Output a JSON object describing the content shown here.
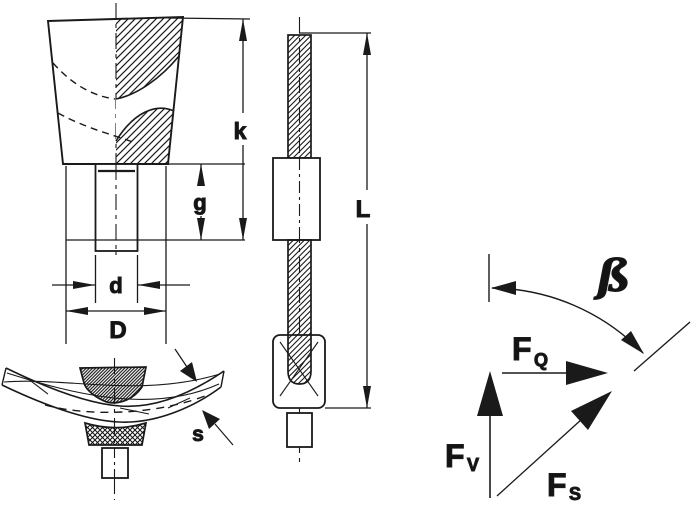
{
  "diagram": {
    "labels": {
      "head_height": "k",
      "grip_length": "g",
      "shank_diameter": "d",
      "head_diameter": "D",
      "screw_length": "L",
      "sheet_thickness": "s",
      "angle": "ß"
    },
    "forces": {
      "fq": {
        "symbol": "F",
        "subscript": "Q"
      },
      "fv": {
        "symbol": "F",
        "subscript": "V"
      },
      "fs": {
        "symbol": "F",
        "subscript": "S"
      }
    },
    "colors": {
      "line": "#1a1a1a",
      "background": "#ffffff"
    }
  }
}
